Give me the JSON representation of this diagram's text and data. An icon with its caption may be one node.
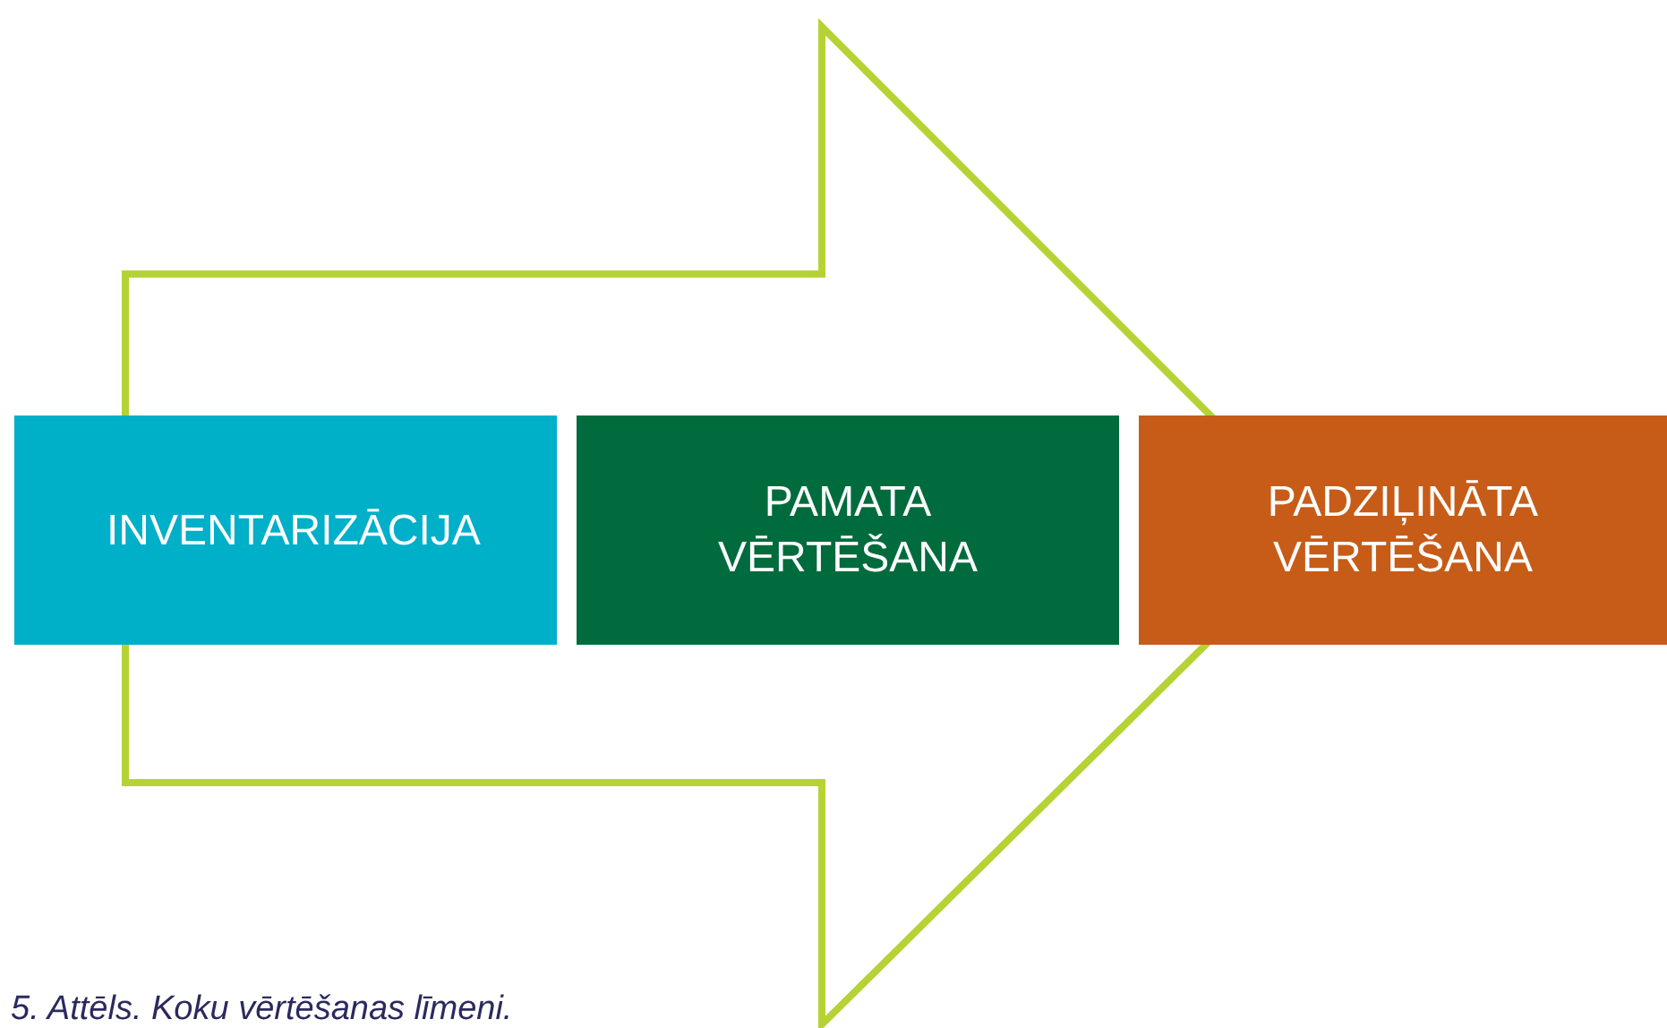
{
  "diagram": {
    "caption": "5. Attēls. Koku vērtēšanas līmeni.",
    "nodes": [
      {
        "text": [
          "INVENTARIZĀCIJA"
        ]
      },
      {
        "text": [
          "PAMATA VĒRTĒŠANA"
        ]
      },
      {
        "text": [
          "PADZIĻINĀTA VĒRTĒŠANA"
        ]
      }
    ],
    "edges": [
      {
        "from": 0,
        "to": 2,
        "arrow": "to"
      }
    ]
  }
}
